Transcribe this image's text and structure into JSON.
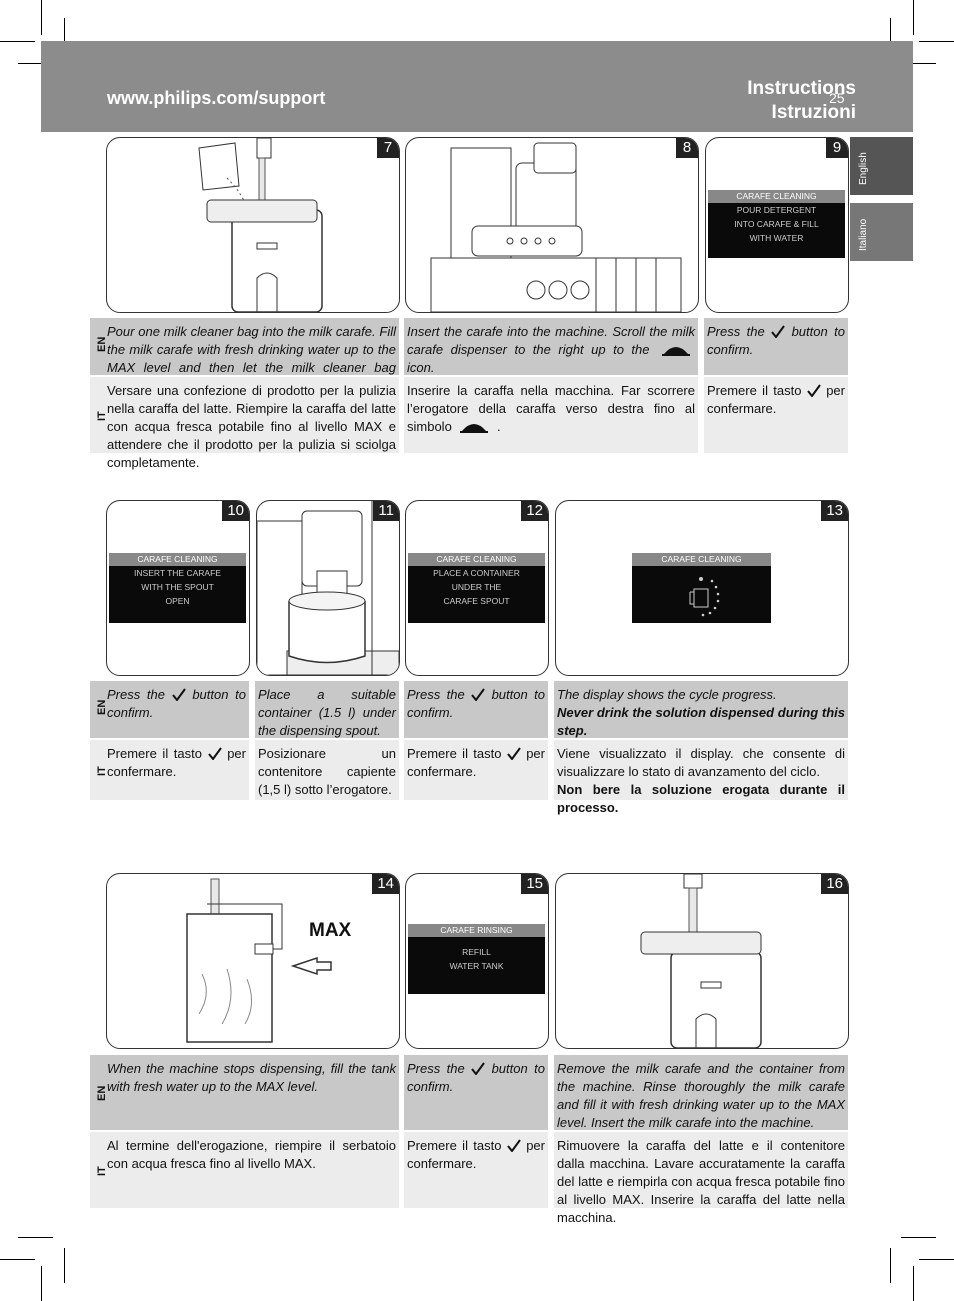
{
  "header": {
    "url": "www.philips.com/support",
    "title_en": "Instructions",
    "title_it": "Istruzioni",
    "page_number": "25"
  },
  "side_tabs": [
    "English",
    "Italiano"
  ],
  "lang_labels": {
    "en": "EN",
    "it": "IT"
  },
  "steps": {
    "s7": {
      "num": "7",
      "en": "Pour one milk cleaner bag into the milk carafe. Fill the milk carafe with fresh drinking water up to the MAX level and then let the milk cleaner bag dissolve completely.",
      "it": "Versare una confezione di prodotto per la pulizia nella caraffa del latte. Riempire la caraffa del latte con acqua fresca potabile fino al livello MAX e attendere che il prodotto per la pulizia si sciolga completamente."
    },
    "s8": {
      "num": "8",
      "en_a": "Insert the carafe into the machine. Scroll the milk carafe dispenser to the right up to the",
      "en_b": "icon.",
      "it_a": "Inserire la caraffa nella macchina. Far scorrere l’erogatore della caraffa verso destra fino al simbolo",
      "it_b": "."
    },
    "s9": {
      "num": "9",
      "screen_title": "CARAFE CLEANING",
      "screen_body": "POUR DETERGENT\nINTO CARAFE & FILL\nWITH WATER",
      "en_a": "Press the",
      "en_b": "button to confirm.",
      "it_a": "Premere il tasto",
      "it_b": "per confermare."
    },
    "s10": {
      "num": "10",
      "screen_title": "CARAFE CLEANING",
      "screen_body": "INSERT THE CARAFE\nWITH THE SPOUT\nOPEN",
      "en_a": "Press the",
      "en_b": "button to confirm.",
      "it_a": "Premere il tasto",
      "it_b": "per confermare."
    },
    "s11": {
      "num": "11",
      "en": "Place a suitable container (1.5 l) under the dispensing spout.",
      "it": "Posizionare un contenitore capiente (1,5 l) sotto l’erogatore."
    },
    "s12": {
      "num": "12",
      "screen_title": "CARAFE CLEANING",
      "screen_body": "PLACE A CONTAINER\nUNDER THE\nCARAFE SPOUT",
      "en_a": "Press the",
      "en_b": "button to confirm.",
      "it_a": "Premere il tasto",
      "it_b": "per confermare."
    },
    "s13": {
      "num": "13",
      "screen_title": "CARAFE CLEANING",
      "en": "The display shows the cycle progress.",
      "en_bold": "Never drink the solution dispensed during this step.",
      "it": "Viene visualizzato il display. che consente di visualizzare lo stato di avanzamento del ciclo.",
      "it_bold": "Non bere la soluzione erogata durante il processo."
    },
    "s14": {
      "num": "14",
      "max_label": "MAX",
      "en": "When the machine stops dispensing, fill the tank with fresh water up to the MAX level.",
      "it": "Al termine dell'erogazione, riempire il serbatoio con acqua fresca fino al livello MAX."
    },
    "s15": {
      "num": "15",
      "screen_title": "CARAFE RINSING",
      "screen_body": "REFILL\nWATER TANK",
      "en_a": "Press the",
      "en_b": "button to confirm.",
      "it_a": "Premere il tasto",
      "it_b": "per confermare."
    },
    "s16": {
      "num": "16",
      "en": "Remove the milk carafe and the container from the machine. Rinse thoroughly the milk carafe and fill it with fresh drinking water up to the MAX level. Insert the milk carafe into the machine.",
      "it": "Rimuovere la caraffa del latte e il contenitore dalla macchina.  Lavare accuratamente la caraffa del latte e riempirla con acqua fresca potabile fino al livello MAX. Inserire la caraffa del latte nella macchina."
    }
  },
  "colors": {
    "header_bg": "#8c8c8c",
    "en_bg": "#c8c8c8",
    "it_bg": "#ececec",
    "screen_bg": "#0a0a0a"
  }
}
